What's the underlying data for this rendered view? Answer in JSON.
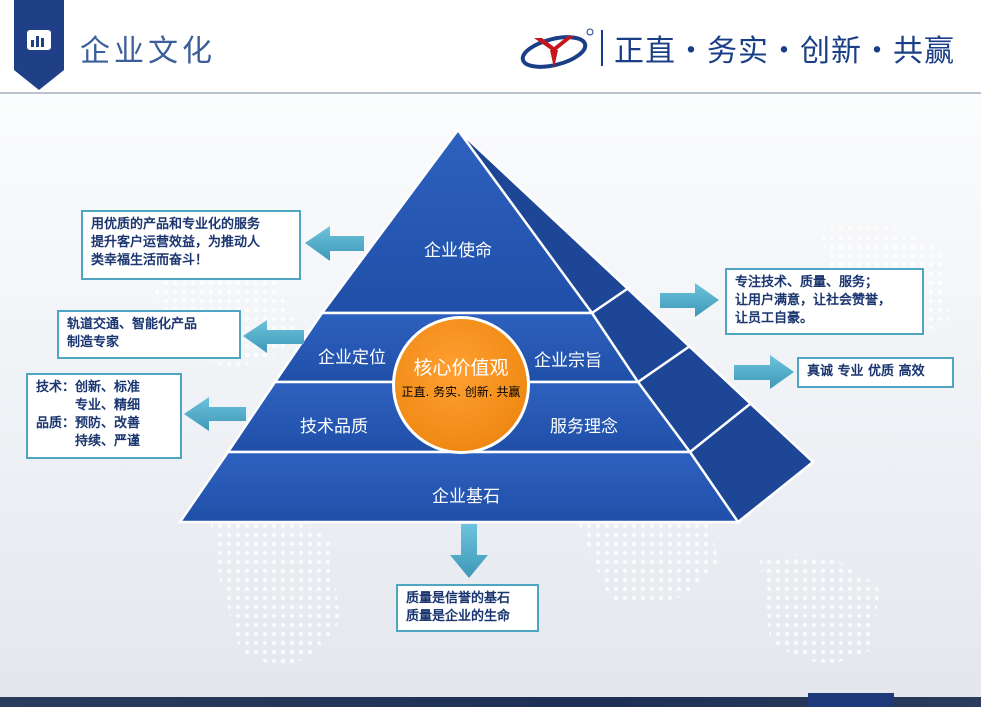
{
  "header": {
    "title": "企业文化",
    "slogan": "正直・务实・创新・共赢"
  },
  "pyramid": {
    "tiers": {
      "mission": "企业使命",
      "positioning": "企业定位",
      "purpose": "企业宗旨",
      "technical_quality": "技术品质",
      "service_concept": "服务理念",
      "foundation": "企业基石"
    },
    "core": {
      "title": "核心价值观",
      "subtitle": "正直. 务实. 创新. 共赢"
    }
  },
  "notes": {
    "mission": [
      "用优质的产品和专业化的服务",
      "提升客户运营效益，为推动人",
      "类幸福生活而奋斗！"
    ],
    "positioning": [
      "轨道交通、智能化产品",
      "制造专家"
    ],
    "quality": [
      "技术：创新、标准",
      "　　　专业、精细",
      "品质：预防、改善",
      "　　　持续、严谨"
    ],
    "purpose": [
      "专注技术、质量、服务；",
      "让用户满意，让社会赞誉，",
      "让员工自豪。"
    ],
    "service": [
      "真诚 专业 优质 高效"
    ],
    "foundation": [
      "质量是信誉的基石",
      "质量是企业的生命"
    ]
  },
  "colors": {
    "pyramid_blue": "#2553ad",
    "pyramid_dark": "#1b3f8c",
    "core_orange": "#f08a14",
    "accent_teal": "#4fa6c3",
    "title_blue": "#3c5f9c"
  }
}
